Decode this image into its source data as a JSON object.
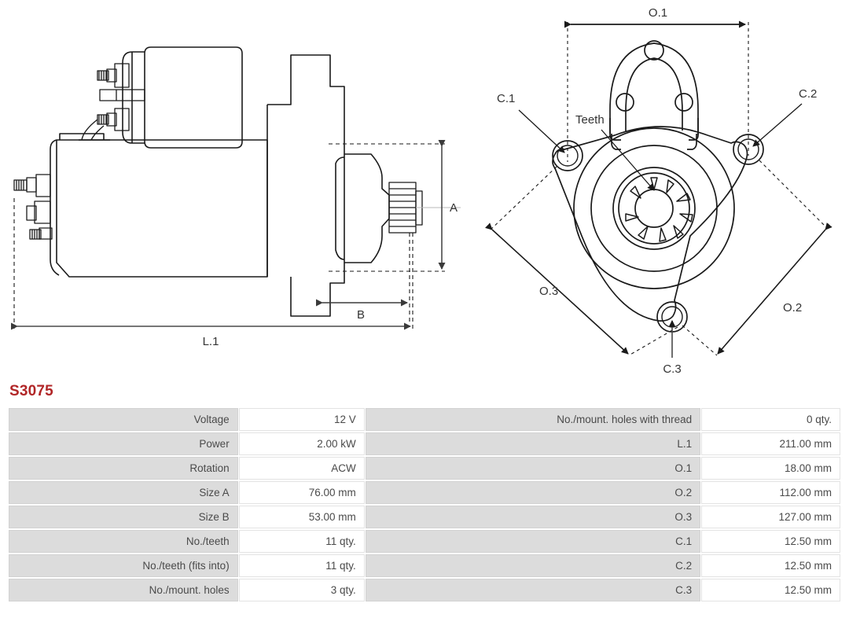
{
  "part": {
    "number": "S3075"
  },
  "drawings": {
    "side_view": {
      "name": "starter-motor-side-view",
      "dimension_labels": [
        "A",
        "B",
        "L.1"
      ]
    },
    "front_view": {
      "name": "starter-motor-front-view",
      "dimension_labels": [
        "O.1",
        "O.2",
        "O.3",
        "C.1",
        "C.2",
        "C.3"
      ],
      "callouts": [
        "Teeth"
      ]
    },
    "labels": {
      "A": "A",
      "B": "B",
      "L1": "L.1",
      "O1": "O.1",
      "O2": "O.2",
      "O3": "O.3",
      "C1": "C.1",
      "C2": "C.2",
      "C3": "C.3",
      "teeth": "Teeth"
    }
  },
  "spec_table": {
    "rows": [
      {
        "left_label": "Voltage",
        "left_value": "12 V",
        "right_label": "No./mount. holes with thread",
        "right_value": "0 qty."
      },
      {
        "left_label": "Power",
        "left_value": "2.00 kW",
        "right_label": "L.1",
        "right_value": "211.00 mm"
      },
      {
        "left_label": "Rotation",
        "left_value": "ACW",
        "right_label": "O.1",
        "right_value": "18.00 mm"
      },
      {
        "left_label": "Size A",
        "left_value": "76.00 mm",
        "right_label": "O.2",
        "right_value": "112.00 mm"
      },
      {
        "left_label": "Size B",
        "left_value": "53.00 mm",
        "right_label": "O.3",
        "right_value": "127.00 mm"
      },
      {
        "left_label": "No./teeth",
        "left_value": "11 qty.",
        "right_label": "C.1",
        "right_value": "12.50 mm"
      },
      {
        "left_label": "No./teeth (fits into)",
        "left_value": "11 qty.",
        "right_label": "C.2",
        "right_value": "12.50 mm"
      },
      {
        "left_label": "No./mount. holes",
        "left_value": "3 qty.",
        "right_label": "C.3",
        "right_value": "12.50 mm"
      }
    ]
  },
  "colors": {
    "title": "#b12627",
    "label_cell_bg": "#dcdcdc",
    "value_cell_bg": "#ffffff",
    "text": "#4a4a4a",
    "drawing_line": "#1a1a1a"
  }
}
